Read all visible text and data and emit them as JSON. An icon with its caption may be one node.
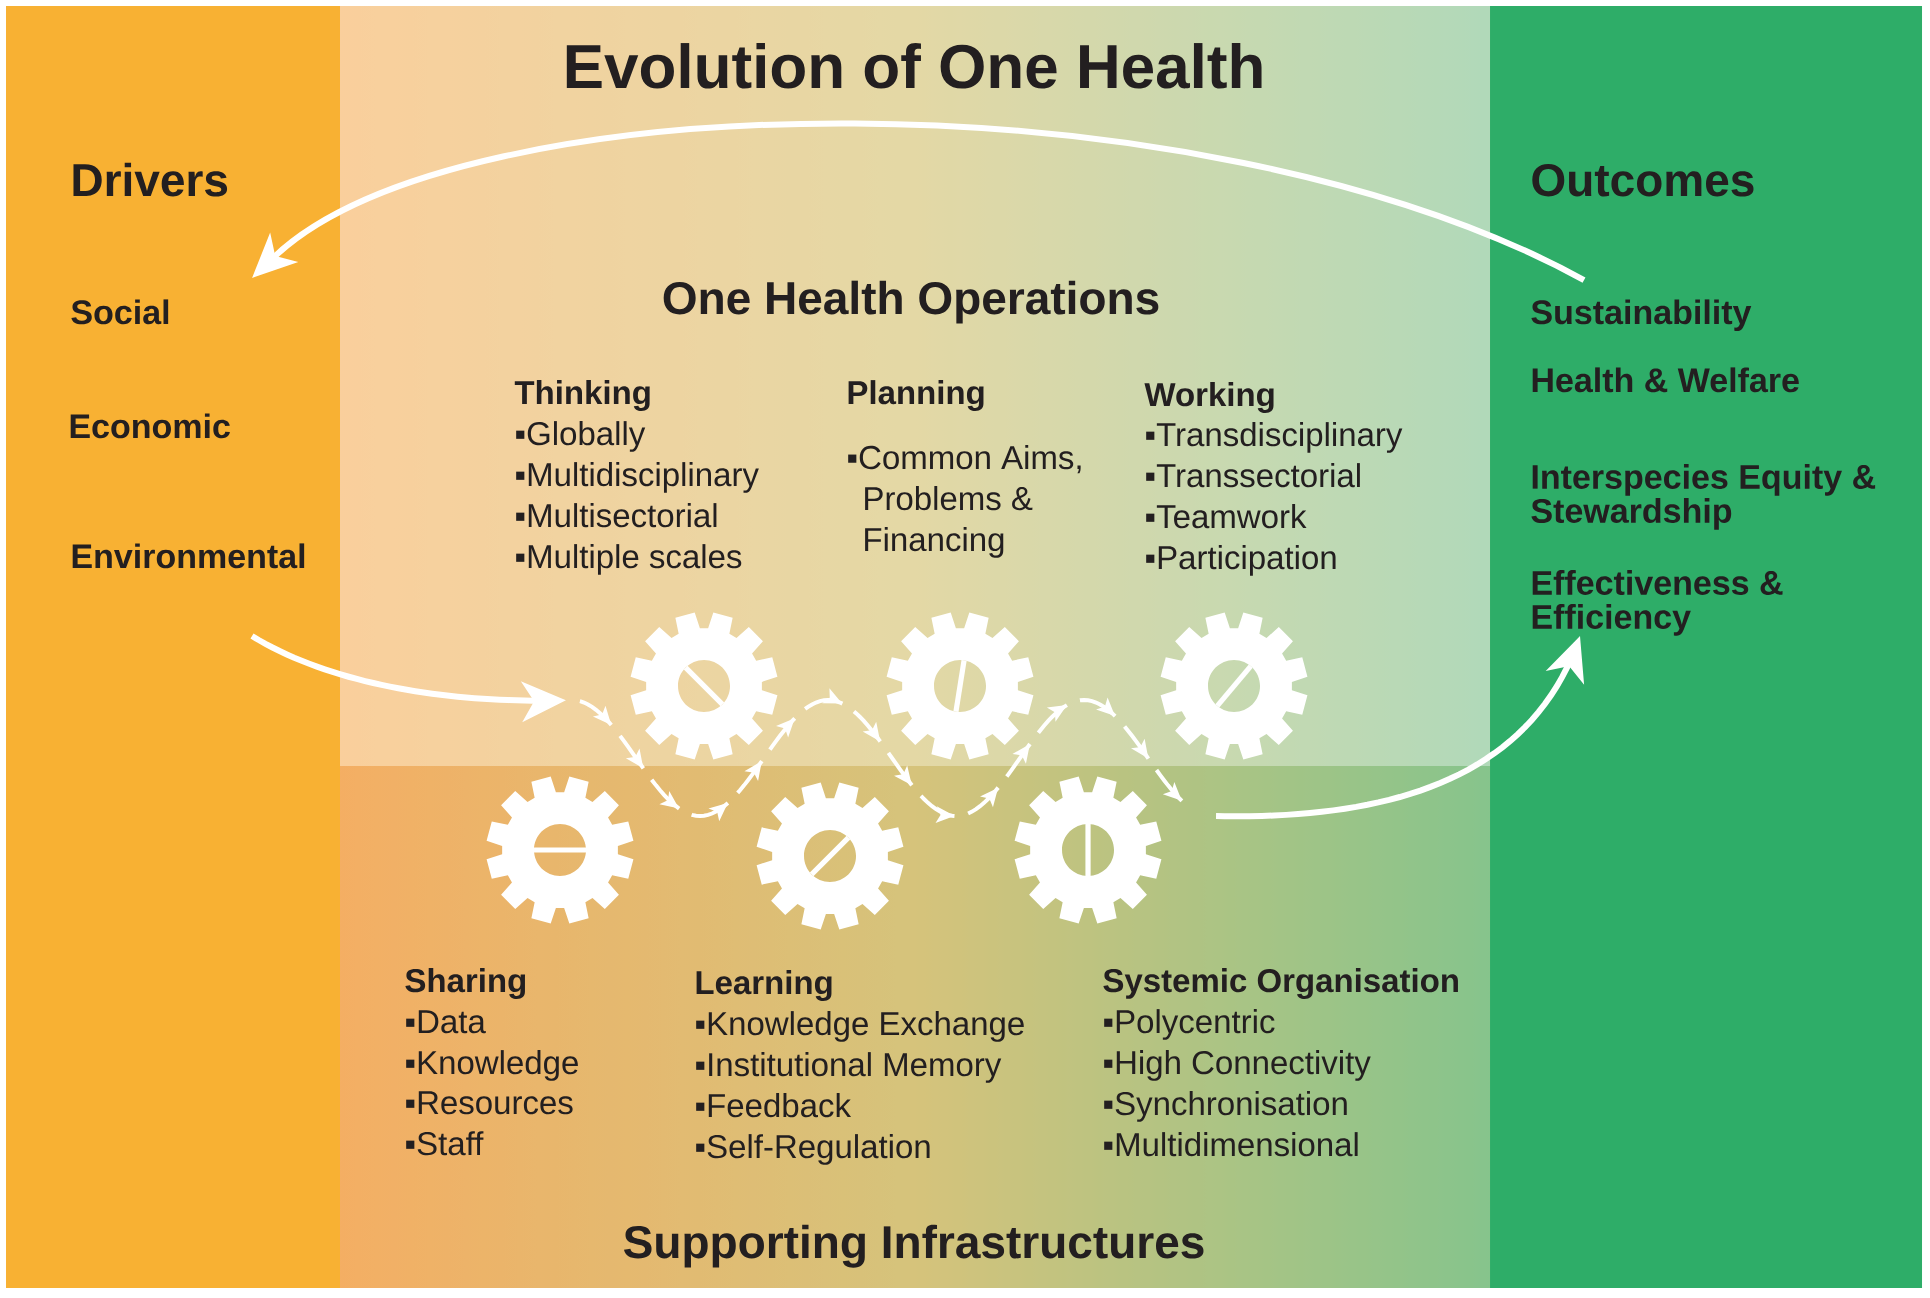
{
  "diagram": {
    "title": "Evolution of One Health",
    "nodes": [
      {
        "text": [
          "Drivers",
          "Social",
          "Economic",
          "Environmental"
        ]
      },
      {
        "text": [
          "One Health Operations",
          "Thinking",
          "▪Globally",
          "▪Multidisciplinary",
          "▪Multisectorial",
          "▪Multiple scales",
          "Planning",
          "▪Common Aims, Problems & Financing",
          "Working",
          "▪Transdisciplinary",
          "▪Transsectorial",
          "▪Teamwork",
          "▪Participation"
        ]
      },
      {
        "text": [
          "Sharing",
          "▪Data",
          "▪Knowledge",
          "▪Resources",
          "▪Staff",
          "Learning",
          "▪Knowledge Exchange",
          "▪Institutional Memory",
          "▪Feedback",
          "▪Self-Regulation",
          "Systemic Organisation",
          "▪Polycentric",
          "▪High Connectivity",
          "▪Synchronisation",
          "▪Multidimensional",
          "Supporting Infrastructures"
        ]
      },
      {
        "text": [
          "Outcomes",
          "Sustainability",
          "Health & Welfare",
          "Interspecies Equity & Stewardship",
          "Effectiveness & Efficiency"
        ]
      },
      {
        "text": [],
        "shape": "gear",
        "in": 1
      },
      {
        "text": [],
        "shape": "gear",
        "in": 1
      },
      {
        "text": [],
        "shape": "gear",
        "in": 1
      },
      {
        "text": [],
        "shape": "gear",
        "in": 2
      },
      {
        "text": [],
        "shape": "gear",
        "in": 2
      },
      {
        "text": [],
        "shape": "gear",
        "in": 2
      }
    ],
    "edges": [
      {
        "from": 3,
        "to": 0,
        "arrow": "to"
      },
      {
        "from": 0,
        "to": 3,
        "arrow": "to",
        "style": "dashed"
      }
    ]
  }
}
